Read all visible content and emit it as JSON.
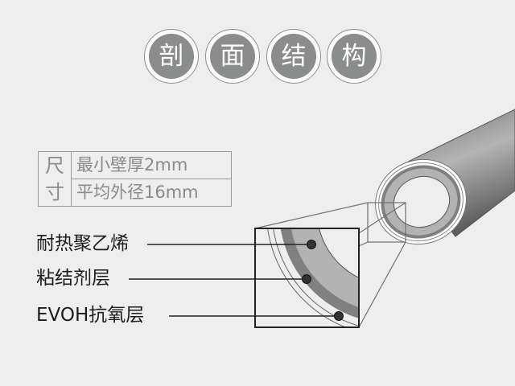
{
  "tabs": [
    {
      "label": "剖"
    },
    {
      "label": "面"
    },
    {
      "label": "结"
    },
    {
      "label": "构"
    }
  ],
  "spec_table": {
    "header": [
      "尺",
      "寸"
    ],
    "rows": [
      {
        "text": "最小壁厚2mm"
      },
      {
        "text": "平均外径16mm"
      }
    ]
  },
  "layers": [
    {
      "label": "耐热聚乙烯"
    },
    {
      "label": "粘结剂层"
    },
    {
      "label": "EVOH抗氧层"
    }
  ],
  "colors": {
    "background": "#eeeeee",
    "tab_fill": "#8b8d8d",
    "pipe_light_layer": "#b3b3b3",
    "pipe_dark_layer": "#808080",
    "label_text": "#1c1c1c",
    "table_text": "#8a8a8a"
  }
}
